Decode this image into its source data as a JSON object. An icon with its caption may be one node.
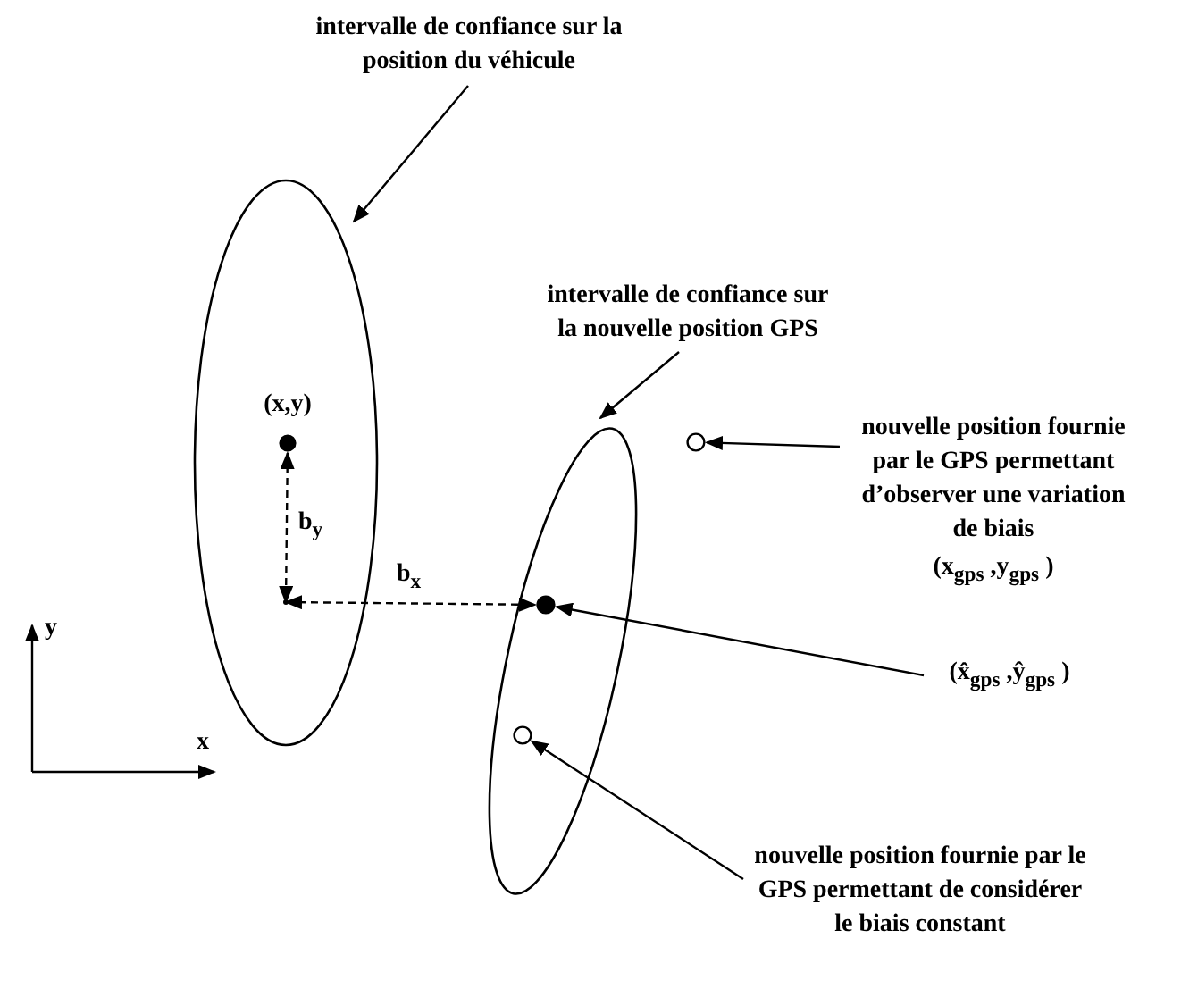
{
  "diagram": {
    "nodes": [
      {
        "text": [
          "intervalle de confiance sur la position du véhicule"
        ]
      },
      {
        "text": [],
        "shape": "ellipse"
      },
      {
        "text": [],
        "shape": "circle",
        "in": 1,
        "beside": [
          "(x,y)"
        ]
      },
      {
        "text": [],
        "shape": "point",
        "in": 1
      },
      {
        "text": [
          "intervalle de confiance sur la nouvelle position GPS"
        ]
      },
      {
        "text": [],
        "shape": "ellipse"
      },
      {
        "text": [],
        "shape": "circle",
        "in": 5
      },
      {
        "text": [],
        "shape": "circle",
        "in": 5
      },
      {
        "text": [
          "nouvelle position fournie par le GPS permettant d’observer une variation de biais",
          "(x$_{gps}$ ,y$_{gps}$ )"
        ]
      },
      {
        "text": [],
        "shape": "circle"
      },
      {
        "text": [
          "(x̂$_{gps}$ ,ŷ$_{gps}$ )"
        ]
      },
      {
        "text": [
          "nouvelle position fournie par le GPS permettant de considérer le biais constant"
        ]
      }
    ],
    "edges": [
      {
        "from": 0,
        "to": 1,
        "arrow": "to"
      },
      {
        "from": 2,
        "to": 3,
        "arrow": "both",
        "style": "dashed",
        "label": "b$_{y}$"
      },
      {
        "from": 3,
        "to": 6,
        "arrow": "both",
        "style": "dashed",
        "label": "b$_{x}$"
      },
      {
        "from": 4,
        "to": 5,
        "arrow": "to"
      },
      {
        "from": 8,
        "to": 9,
        "arrow": "to"
      },
      {
        "from": 10,
        "to": 6,
        "arrow": "to"
      },
      {
        "from": 11,
        "to": 7,
        "arrow": "to"
      }
    ],
    "labels": [
      "y",
      "x"
    ]
  }
}
